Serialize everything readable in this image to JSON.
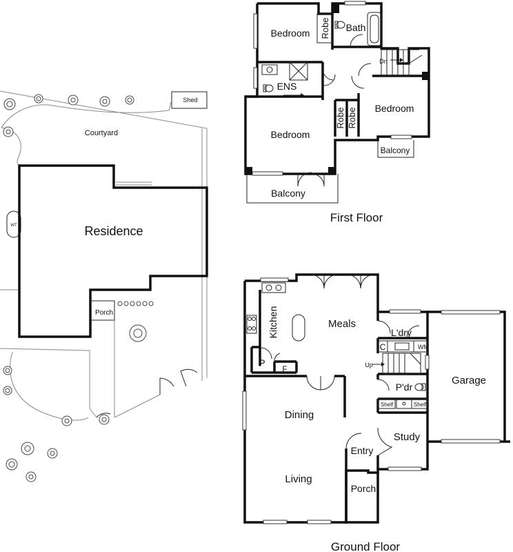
{
  "site": {
    "courtyard": "Courtyard",
    "shed": "Shed",
    "residence": "Residence",
    "porch": "Porch",
    "wt": "WT"
  },
  "first_floor": {
    "title": "First Floor",
    "rooms": {
      "bedroom_nw": "Bedroom",
      "robe_top": "Robe",
      "bath": "Bath",
      "dn": "Dn",
      "ens": "ENS",
      "bedroom_se": "Bedroom",
      "robe_a": "Robe",
      "robe_b": "Robe",
      "bedroom_sw": "Bedroom",
      "balcony_small": "Balcony",
      "balcony_large": "Balcony"
    }
  },
  "ground_floor": {
    "title": "Ground Floor",
    "rooms": {
      "kitchen": "Kitchen",
      "meals": "Meals",
      "laundry": "L'dry",
      "c": "C",
      "wm": "WM",
      "p": "P",
      "f": "F",
      "up": "Up",
      "garage": "Garage",
      "pdr": "P'dr",
      "shelf_a": "Shelf",
      "shelf_b": "Shelf",
      "dining": "Dining",
      "study": "Study",
      "entry": "Entry",
      "living": "Living",
      "porch": "Porch"
    }
  }
}
